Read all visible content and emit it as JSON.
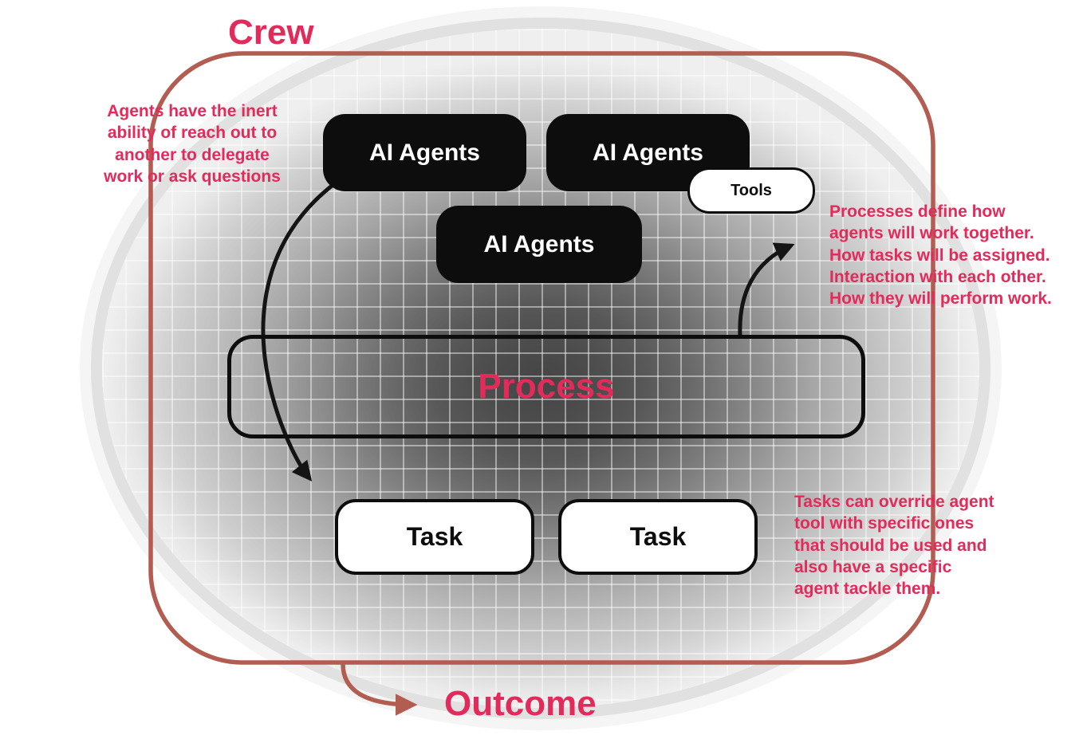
{
  "colors": {
    "accent_pink": "#e22b5a",
    "crew_border_red": "#b35c52",
    "arrow_black": "#141414",
    "box_black": "#0d0d0d"
  },
  "titles": {
    "crew": "Crew",
    "outcome": "Outcome"
  },
  "boxes": {
    "agents": [
      {
        "label": "AI Agents"
      },
      {
        "label": "AI Agents"
      },
      {
        "label": "AI Agents"
      }
    ],
    "tools": {
      "label": "Tools"
    },
    "process": {
      "label": "Process"
    },
    "tasks": [
      {
        "label": "Task"
      },
      {
        "label": "Task"
      }
    ]
  },
  "annotations": {
    "left": "Agents have the inert\nability of reach out to\nanother to delegate\nwork or ask questions",
    "right_top": "Processes define how\nagents will work together.\nHow tasks will be assigned.\nInteraction with each other.\nHow they will perform work.",
    "right_bottom": "Tasks can override agent\ntool with specific ones\nthat should be used and\nalso have a specific\nagent tackle them."
  }
}
